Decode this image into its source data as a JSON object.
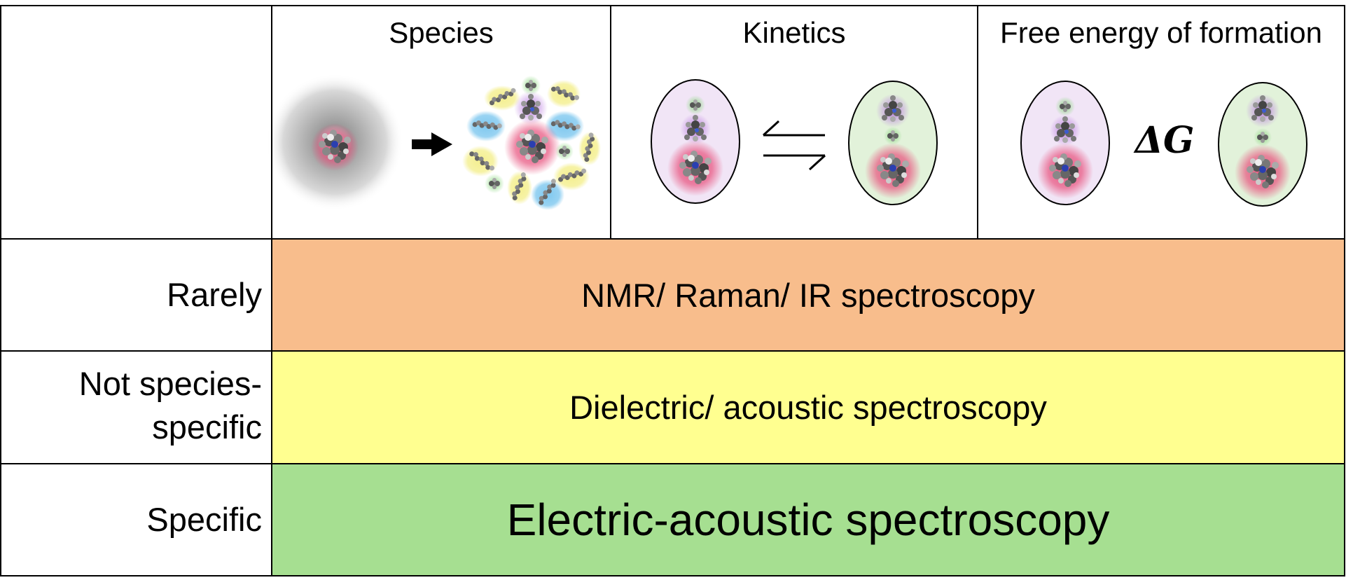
{
  "header": {
    "columns": [
      "Species",
      "Kinetics",
      "Free energy of formation"
    ],
    "free_energy_symbol": "ΔG"
  },
  "rows": [
    {
      "label": "Rarely",
      "technique": "NMR/ Raman/ IR spectroscopy",
      "color": "#f8bd8c"
    },
    {
      "label": "Not species-\nspecific",
      "label_lines": [
        "Not species-",
        "specific"
      ],
      "technique": "Dielectric/ acoustic spectroscopy",
      "color": "#ffff90"
    },
    {
      "label": "Specific",
      "technique": "Electric-acoustic spectroscopy",
      "color": "#a6df91"
    }
  ],
  "colors": {
    "grid_line": "#000000",
    "ellipse_purple": "#f1e5f6",
    "ellipse_green": "#e2f2da",
    "glow_pink": "#e8547f",
    "glow_purple": "#b97ae0",
    "glow_green": "#8ed883",
    "glow_blue": "#7fc8ef",
    "glow_yellow": "#f4ef8f"
  },
  "icons": [
    "solvation-sphere-icon",
    "right-arrow-icon",
    "equilibrium-arrows-icon",
    "ion-cluster-icon"
  ]
}
